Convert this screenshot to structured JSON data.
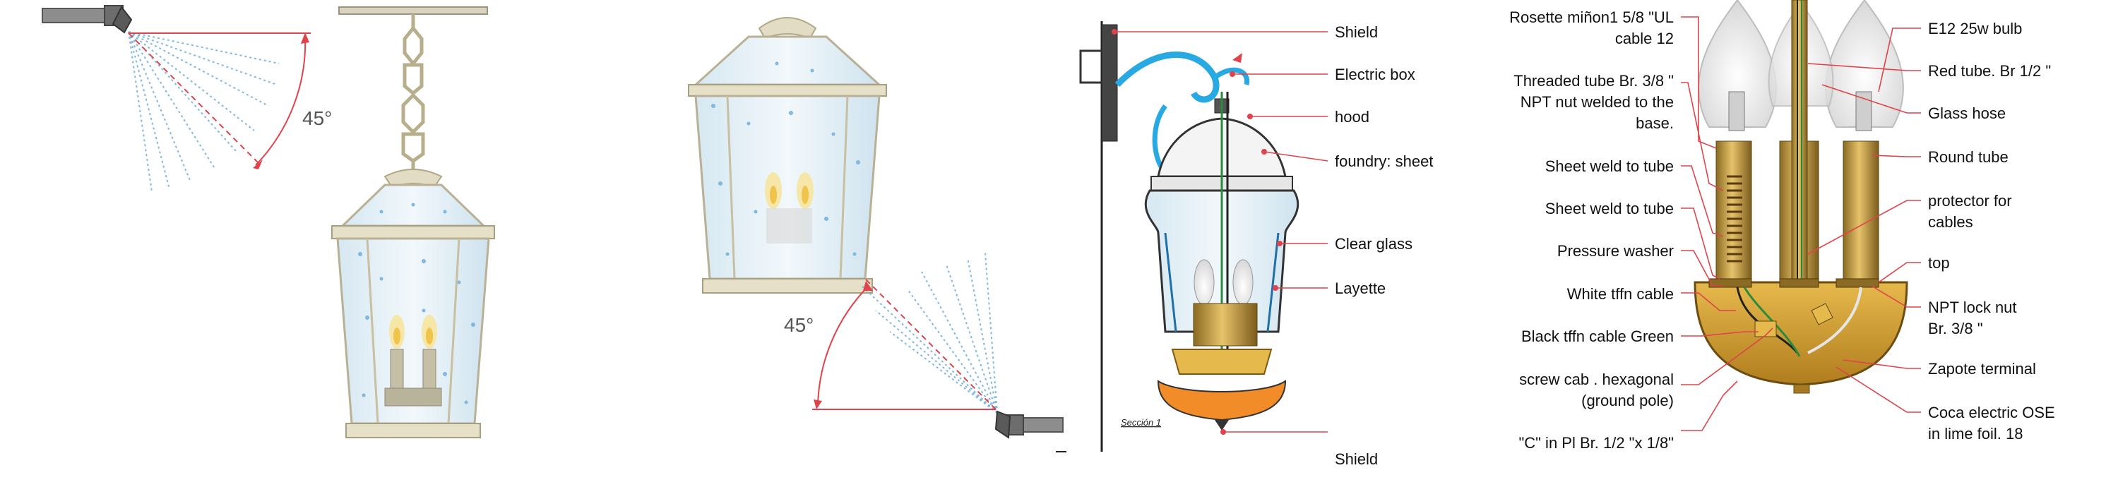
{
  "angles": {
    "left": "45°",
    "middle": "45°"
  },
  "section_caption": "Sección 1",
  "section_labels": [
    "Shield",
    "Electric box",
    "hood",
    "foundry: sheet",
    "Clear glass",
    "Layette",
    "Shield"
  ],
  "parts_left": [
    "Rosette miñon1 5/8 \"UL",
    "cable 12",
    "Threaded tube Br. 3/8 \"",
    "NPT nut welded to the",
    "base.",
    "Sheet weld to tube",
    "Sheet weld to tube",
    "Pressure washer",
    "White tffn cable",
    "Black tffn cable Green",
    "screw cab . hexagonal",
    "(ground pole)",
    "\"C\" in Pl Br. 1/2 \"x 1/8\""
  ],
  "parts_right": [
    "E12 25w bulb",
    "Red tube. Br 1/2 \"",
    "Glass hose",
    "Round tube",
    "protector for",
    "cables",
    "top",
    "NPT lock nut",
    "Br. 3/8 \"",
    "Zapote terminal",
    "Coca electric OSE",
    "in lime foil. 18"
  ],
  "colors": {
    "leader": "#e0434b",
    "brass": "#c9a24a",
    "glass": "#dfeef7",
    "spray": "#7fb8e0",
    "frame": "#b9b095"
  }
}
